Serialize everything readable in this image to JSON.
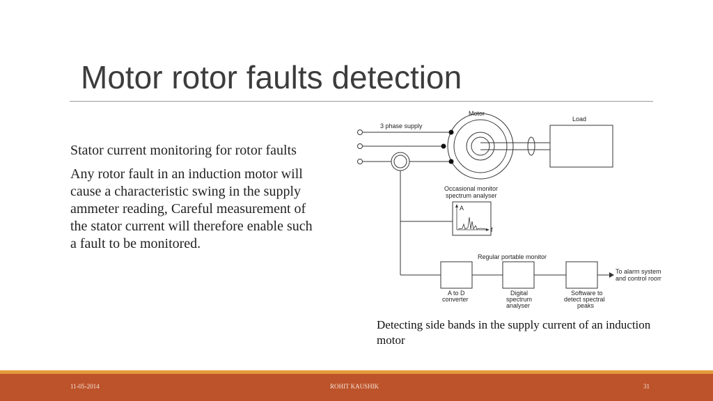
{
  "slide": {
    "title": "Motor rotor faults detection",
    "paragraphs": [
      "Stator current monitoring for rotor faults",
      "Any rotor fault in an induction motor will cause a characteristic swing in the supply ammeter reading, Careful measurement of the stator current will therefore enable such a fault to be monitored."
    ],
    "caption": " Detecting side bands in the supply current of an induction motor"
  },
  "diagram": {
    "labels": {
      "motor": "Motor",
      "load": "Load",
      "supply": "3 phase supply",
      "occasional_line1": "Occasional monitor",
      "occasional_line2": "spectrum analyser",
      "axis_a": "A",
      "axis_f": "f",
      "regular": "Regular portable monitor",
      "box1_line1": "A to D",
      "box1_line2": "converter",
      "box2_line1": "Digital",
      "box2_line2": "spectrum",
      "box2_line3": "analyser",
      "box3_line1": "Software to",
      "box3_line2": "detect spectral",
      "box3_line3": "peaks",
      "output_line1": "To alarm system",
      "output_line2": "and control room"
    }
  },
  "footer": {
    "date": "11-05-2014",
    "author": "ROHIT KAUSHIK",
    "page": "31"
  },
  "colors": {
    "footer_bar": "#bd532a",
    "footer_accent": "#e49a3a",
    "title": "#3c3c3c"
  }
}
